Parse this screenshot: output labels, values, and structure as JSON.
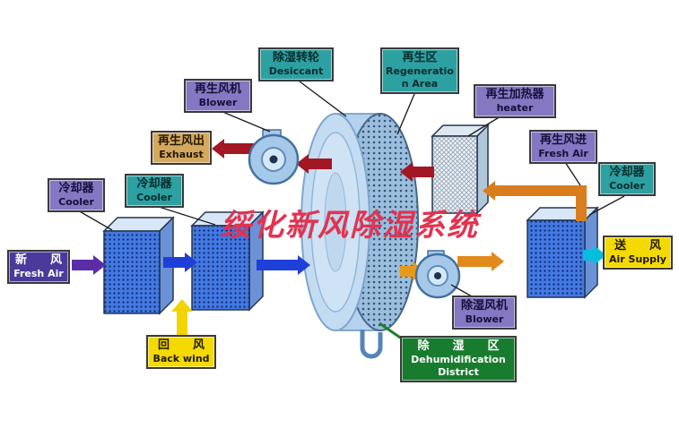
{
  "watermark": "绥化新风除湿系统",
  "labels": {
    "regen_blower": {
      "zh": "再生风机",
      "en": "Blower"
    },
    "desiccant_wheel": {
      "zh": "除湿转轮",
      "en": "Desiccant"
    },
    "regen_area": {
      "zh": "再生区",
      "en": "Regeneration Area"
    },
    "regen_heater": {
      "zh": "再生加热器",
      "en": "heater"
    },
    "regen_exhaust": {
      "zh": "再生风出",
      "en": "Exhaust"
    },
    "regen_inlet": {
      "zh": "再生风进",
      "en": "Fresh Air"
    },
    "cooler_mid_left": {
      "zh": "冷却器",
      "en": "Cooler"
    },
    "cooler_far_left": {
      "zh": "冷却器",
      "en": "Cooler"
    },
    "cooler_right": {
      "zh": "冷却器",
      "en": "Cooler"
    },
    "fresh_air_inlet": {
      "zh": "新　　风",
      "en": "Fresh Air"
    },
    "air_supply": {
      "zh": "送　　风",
      "en": "Air Supply"
    },
    "back_wind": {
      "zh": "回　　风",
      "en": "Back wind"
    },
    "dehum_blower": {
      "zh": "除湿风机",
      "en": "Blower"
    },
    "dehum_district": {
      "zh": "除　　湿　　区",
      "en": "Dehumidification District"
    }
  },
  "colors": {
    "label_teal": "#2da0a2",
    "label_purple": "#8677c2",
    "label_indigo": "#4b3a9c",
    "label_tan": "#d4a95e",
    "label_yellow": "#f4da00",
    "label_green": "#177c2e",
    "arrow_blue": "#1f3fd9",
    "arrow_purple": "#5b2ea8",
    "arrow_dark_red": "#a31623",
    "arrow_orange": "#e2891b",
    "arrow_yellow": "#f2d400",
    "arrow_cyan": "#05bede",
    "watermark_red": "#e23350"
  }
}
